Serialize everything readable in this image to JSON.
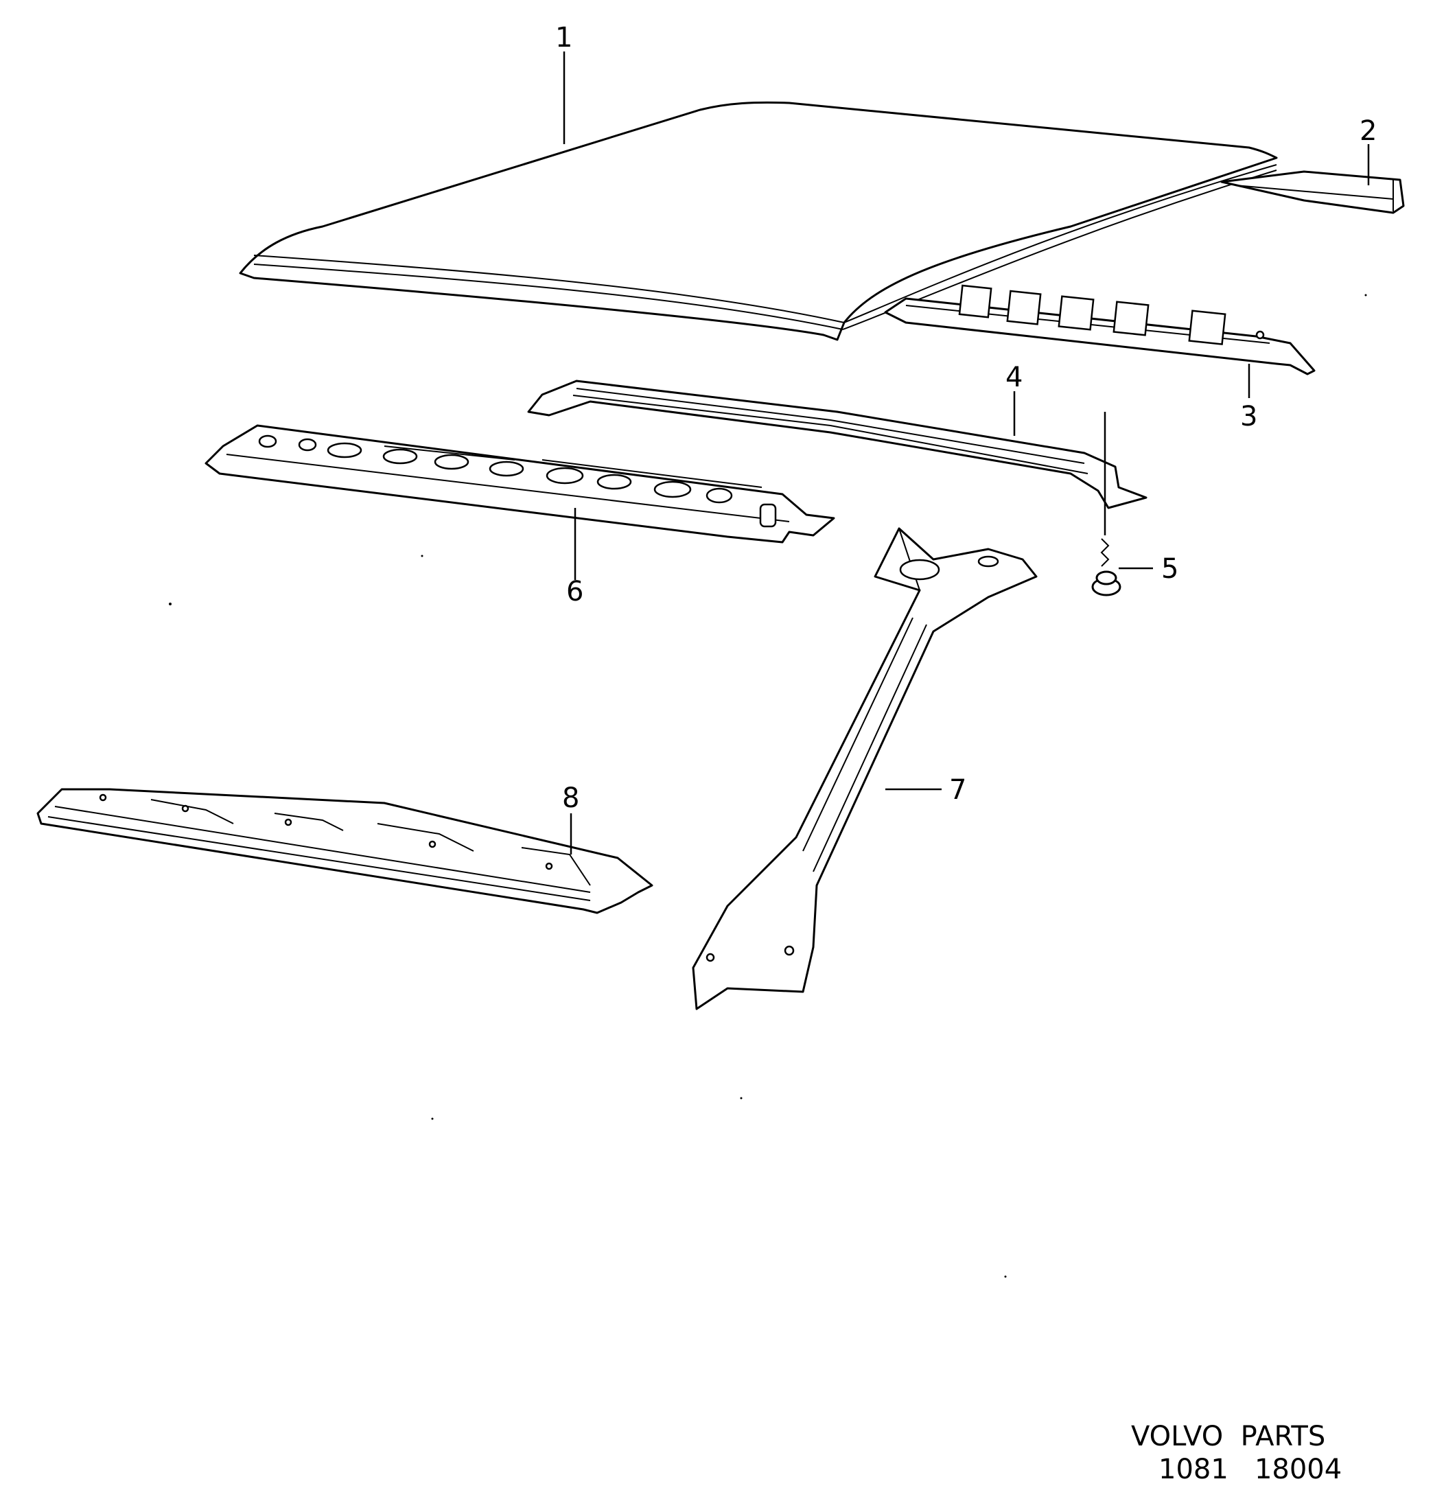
{
  "callouts": {
    "c1": "1",
    "c2": "2",
    "c3": "3",
    "c4": "4",
    "c5": "5",
    "c6": "6",
    "c7": "7",
    "c8": "8"
  },
  "caption": {
    "line1": "VOLVO  PARTS",
    "line2": "1081   18004"
  }
}
